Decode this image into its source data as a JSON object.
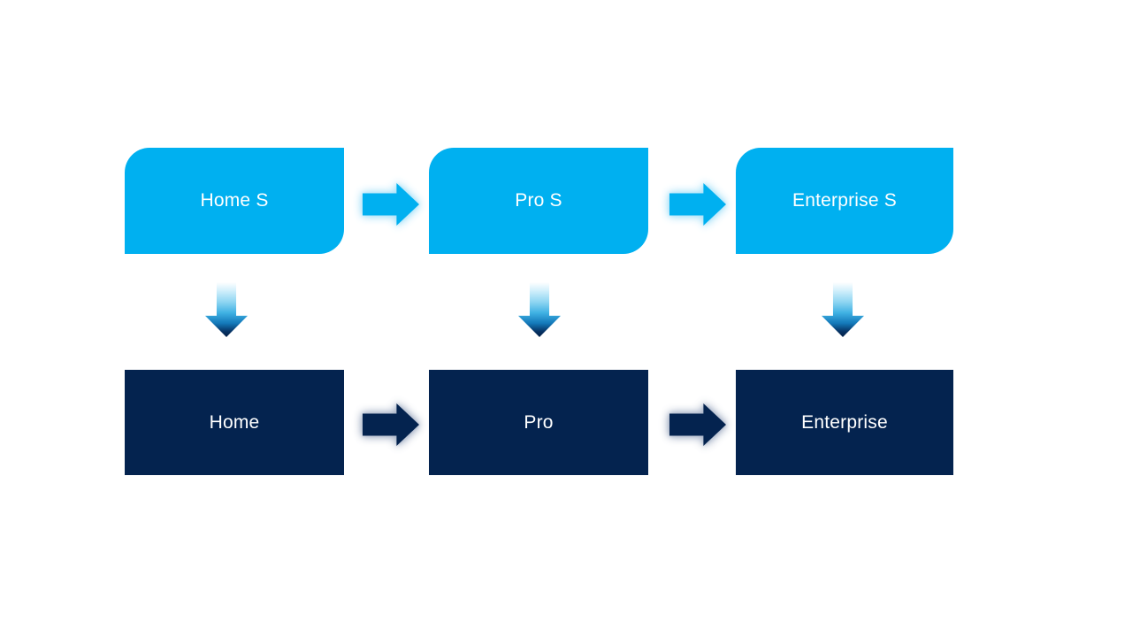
{
  "page": {
    "type": "process-upgrade-diagram"
  },
  "colors": {
    "background": "#FFFFFF",
    "primary_light": "#00B0F0",
    "primary_dark": "#04234F",
    "light_glow": "#ADE3F9",
    "dark_glow": "#A9B4C8",
    "label_text": "#FFFFFF",
    "grad_top": "#FFFFFF",
    "grad_mid": "#3FB1E3",
    "grad_low": "#1378B9",
    "grad_bottom": "#031F47"
  },
  "icons": {
    "horizontal_connector": "right-arrow-icon",
    "vertical_connector": "down-arrow-icon"
  },
  "diagram": {
    "top_row": [
      {
        "label": "Home S"
      },
      {
        "label": "Pro S"
      },
      {
        "label": "Enterprise S"
      }
    ],
    "bottom_row": [
      {
        "label": "Home"
      },
      {
        "label": "Pro"
      },
      {
        "label": "Enterprise"
      }
    ]
  }
}
